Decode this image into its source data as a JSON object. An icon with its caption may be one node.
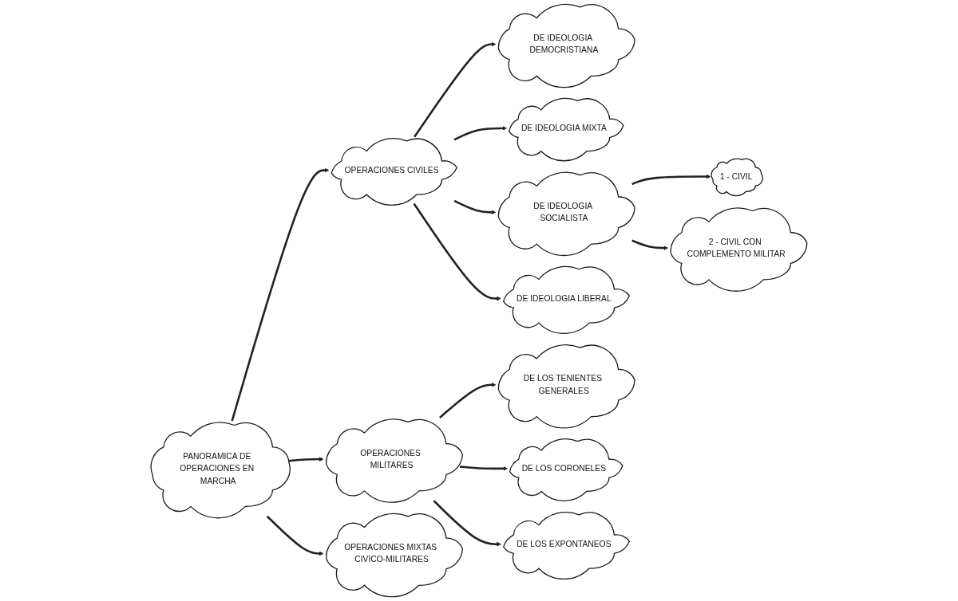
{
  "diagram": {
    "nodes": [
      {
        "text": [
          "PANORAMICA DE OPERACIONES EN MARCHA"
        ]
      },
      {
        "text": [
          "OPERACIONES CIVILES"
        ]
      },
      {
        "text": [
          "DE IDEOLOGIA DEMOCRISTIANA"
        ]
      },
      {
        "text": [
          "DE IDEOLOGIA MIXTA"
        ]
      },
      {
        "text": [
          "DE IDEOLOGIA SOCIALISTA"
        ]
      },
      {
        "text": [
          "DE IDEOLOGIA LIBERAL"
        ]
      },
      {
        "text": [
          "1 - CIVIL"
        ]
      },
      {
        "text": [
          "2 - CIVIL CON COMPLEMENTO MILITAR"
        ]
      },
      {
        "text": [
          "OPERACIONES MILITARES"
        ]
      },
      {
        "text": [
          "DE LOS TENIENTES GENERALES"
        ]
      },
      {
        "text": [
          "DE LOS CORONELES"
        ]
      },
      {
        "text": [
          "DE LOS EXPONTANEOS"
        ]
      },
      {
        "text": [
          "OPERACIONES MIXTAS CIVICO-MILITARES"
        ]
      }
    ],
    "edges": [
      {
        "from": 0,
        "to": 1,
        "arrow": "to"
      },
      {
        "from": 0,
        "to": 8,
        "arrow": "to"
      },
      {
        "from": 0,
        "to": 12,
        "arrow": "to"
      },
      {
        "from": 1,
        "to": 2,
        "arrow": "to"
      },
      {
        "from": 1,
        "to": 3,
        "arrow": "to"
      },
      {
        "from": 1,
        "to": 4,
        "arrow": "to"
      },
      {
        "from": 1,
        "to": 5,
        "arrow": "to"
      },
      {
        "from": 4,
        "to": 6,
        "arrow": "to"
      },
      {
        "from": 4,
        "to": 7,
        "arrow": "to"
      },
      {
        "from": 8,
        "to": 9,
        "arrow": "to"
      },
      {
        "from": 8,
        "to": 10,
        "arrow": "to"
      },
      {
        "from": 8,
        "to": 11,
        "arrow": "to"
      }
    ]
  }
}
